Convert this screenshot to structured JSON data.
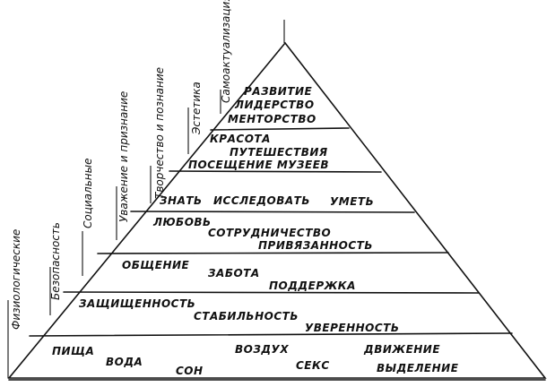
{
  "needs": [
    {
      "label": "Физиологические"
    },
    {
      "label": "Безопасность"
    },
    {
      "label": "Социальные"
    },
    {
      "label": "Уважение и признание"
    },
    {
      "label": "Творчество и познание"
    },
    {
      "label": "Эстетика"
    },
    {
      "label": "Самоактуализация"
    }
  ],
  "tiers": [
    {
      "lines": [
        "ПИЩА",
        "ВОДА",
        "СОН",
        "ВОЗДУХ",
        "СЕКС",
        "ДВИЖЕНИЕ",
        "ВЫДЕЛЕНИЕ"
      ]
    },
    {
      "lines": [
        "ЗАЩИЩЕННОСТЬ",
        "СТАБИЛЬНОСТЬ",
        "УВЕРЕННОСТЬ"
      ]
    },
    {
      "lines": [
        "ОБЩЕНИЕ",
        "ЗАБОТА",
        "ПОДДЕРЖКА"
      ]
    },
    {
      "lines": [
        "ЛЮБОВЬ",
        "СОТРУДНИЧЕСТВО",
        "ПРИВЯЗАННОСТЬ"
      ]
    },
    {
      "lines": [
        "ЗНАТЬ",
        "ИССЛЕДОВАТЬ",
        "УМЕТЬ"
      ]
    },
    {
      "lines": [
        "КРАСОТА",
        "ПУТЕШЕСТВИЯ",
        "ПОСЕЩЕНИЕ МУЗЕЕВ"
      ]
    },
    {
      "lines": [
        "РАЗВИТИЕ",
        "ЛИДЕРСТВО",
        "МЕНТОРСТВО"
      ]
    }
  ]
}
